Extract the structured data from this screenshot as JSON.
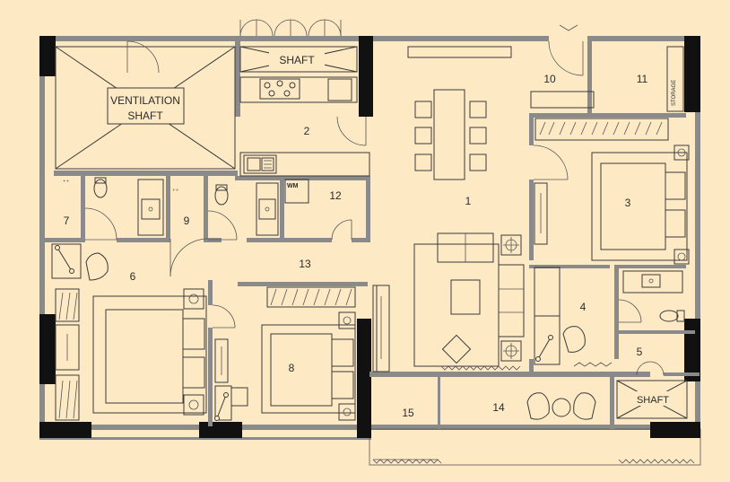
{
  "labels": {
    "ventilation_shaft_line1": "VENTILATION",
    "ventilation_shaft_line2": "SHAFT",
    "shaft_top": "SHAFT",
    "shaft_bottom": "SHAFT",
    "storage": "STORAGE",
    "washing_machine": "WM"
  },
  "rooms": [
    {
      "id": "1",
      "label": "1"
    },
    {
      "id": "2",
      "label": "2"
    },
    {
      "id": "3",
      "label": "3"
    },
    {
      "id": "4",
      "label": "4"
    },
    {
      "id": "5",
      "label": "5"
    },
    {
      "id": "6",
      "label": "6"
    },
    {
      "id": "7",
      "label": "7"
    },
    {
      "id": "8",
      "label": "8"
    },
    {
      "id": "9",
      "label": "9"
    },
    {
      "id": "10",
      "label": "10"
    },
    {
      "id": "11",
      "label": "11"
    },
    {
      "id": "12",
      "label": "12"
    },
    {
      "id": "13",
      "label": "13"
    },
    {
      "id": "14",
      "label": "14"
    },
    {
      "id": "15",
      "label": "15"
    }
  ],
  "colors": {
    "background": "#fde9c4",
    "wall": "#8a8a8a",
    "pillar": "#111111",
    "line": "#3a3a3a"
  }
}
